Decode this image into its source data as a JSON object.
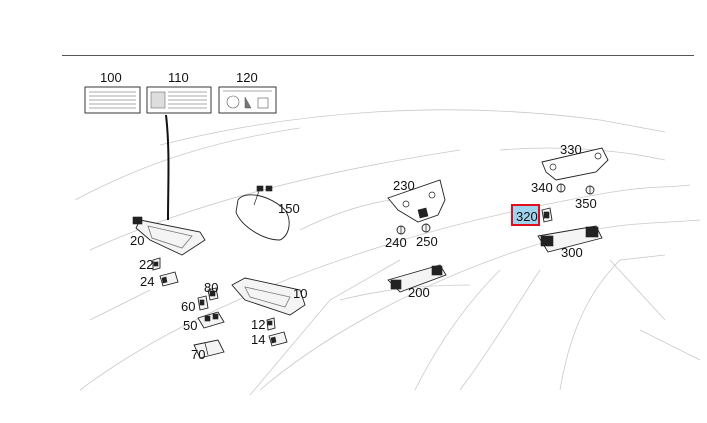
{
  "diagram": {
    "callouts": {
      "c100": "100",
      "c110": "110",
      "c120": "120",
      "c20": "20",
      "c22": "22",
      "c24": "24",
      "c150": "150",
      "c80": "80",
      "c60": "60",
      "c50": "50",
      "c70": "70",
      "c10": "10",
      "c12": "12",
      "c14": "14",
      "c230": "230",
      "c240": "240",
      "c250": "250",
      "c200": "200",
      "c330": "330",
      "c340": "340",
      "c350": "350",
      "c320": "320",
      "c300": "300"
    },
    "highlight": {
      "selected_callout": "320",
      "fill_color": "#9fd3ee",
      "border_color": "#e0101e"
    }
  }
}
